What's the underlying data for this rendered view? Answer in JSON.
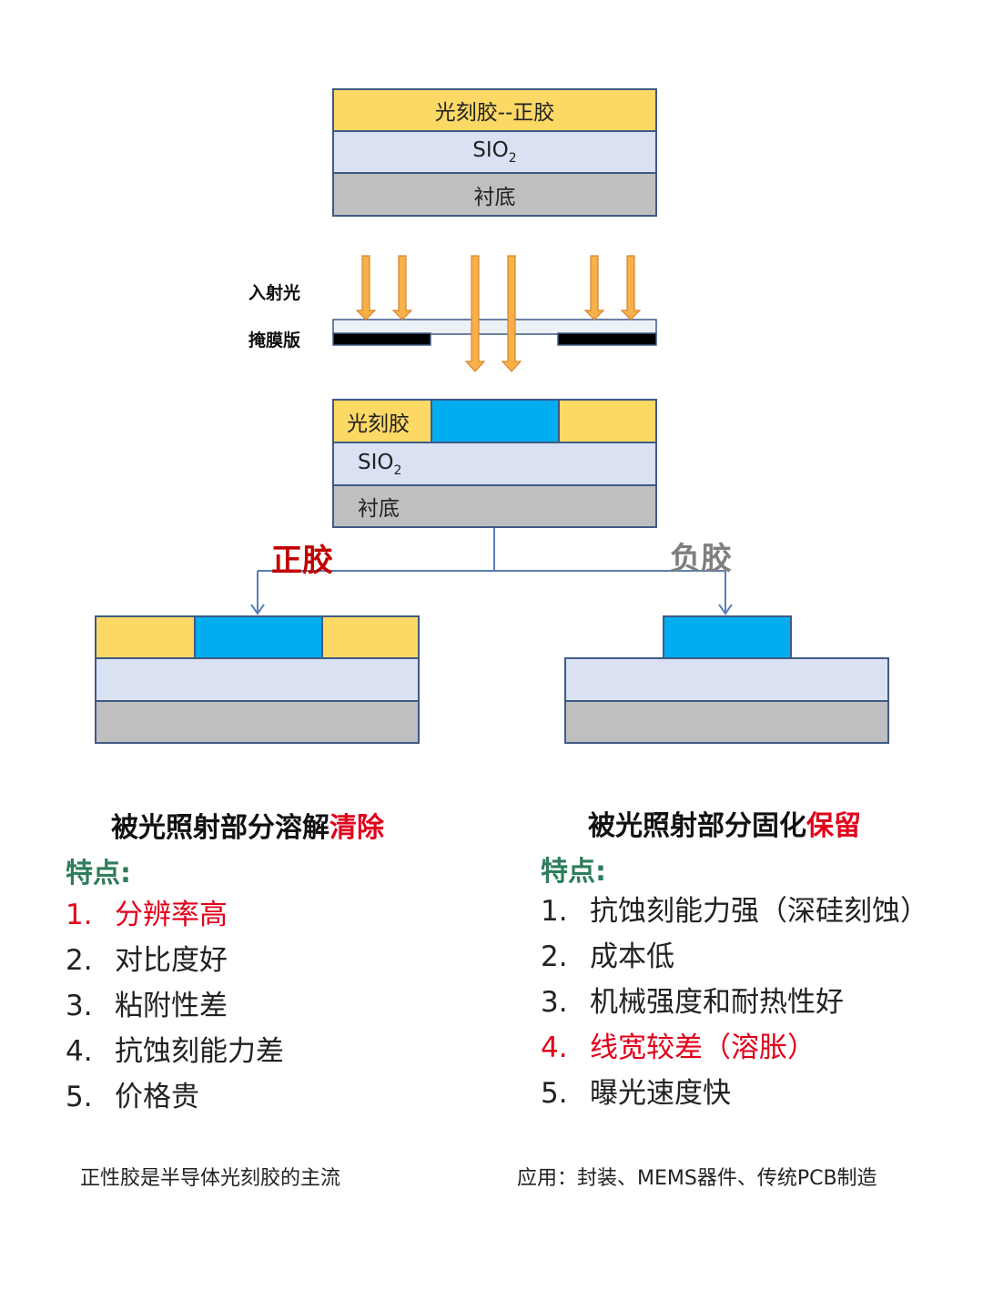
{
  "top_stack": {
    "resist_label": "光刻胶--正胶",
    "sio2_base": "SIO",
    "sio2_sub": "2",
    "substrate_label": "衬底"
  },
  "exposure": {
    "light_label": "入射光",
    "mask_label": "掩膜版"
  },
  "exposed_stack": {
    "resist_label": "光刻胶",
    "sio2_base": "SIO",
    "sio2_sub": "2",
    "substrate_label": "衬底"
  },
  "branches": {
    "positive_label": "正胶",
    "negative_label": "负胶"
  },
  "positive": {
    "heading_prefix": "被光照射部分溶解",
    "heading_highlight": "清除",
    "features_title": "特点:",
    "features": [
      {
        "num": "1.",
        "text": "分辨率高",
        "highlight": true
      },
      {
        "num": "2.",
        "text": "对比度好",
        "highlight": false
      },
      {
        "num": "3.",
        "text": "粘附性差",
        "highlight": false
      },
      {
        "num": "4.",
        "text": "抗蚀刻能力差",
        "highlight": false
      },
      {
        "num": "5.",
        "text": "价格贵",
        "highlight": false
      }
    ],
    "note": "正性胶是半导体光刻胶的主流"
  },
  "negative": {
    "heading_prefix": "被光照射部分固化",
    "heading_highlight": "保留",
    "features_title": "特点:",
    "features": [
      {
        "num": "1.",
        "text": "抗蚀刻能力强（深硅刻蚀）",
        "highlight": false
      },
      {
        "num": "2.",
        "text": "成本低",
        "highlight": false
      },
      {
        "num": "3.",
        "text": "机械强度和耐热性好",
        "highlight": false
      },
      {
        "num": "4.",
        "text": "线宽较差（溶胀）",
        "highlight": true
      },
      {
        "num": "5.",
        "text": "曝光速度快",
        "highlight": false
      }
    ],
    "note": "应用：封装、MEMS器件、传统PCB制造"
  },
  "colors": {
    "resist": "#fcd865",
    "exposed": "#00adef",
    "sio2": "#d9e1f3",
    "substrate": "#bfbfbf",
    "border": "#3f5a86",
    "positive_label": "#c00000",
    "negative_label": "#7f7f7f",
    "highlight": "#e0001b",
    "feature_title": "#2e7d5b",
    "arrow_fill": "#f7b04a",
    "arrow_stroke": "#d9852a",
    "connector": "#5b7fb3"
  }
}
